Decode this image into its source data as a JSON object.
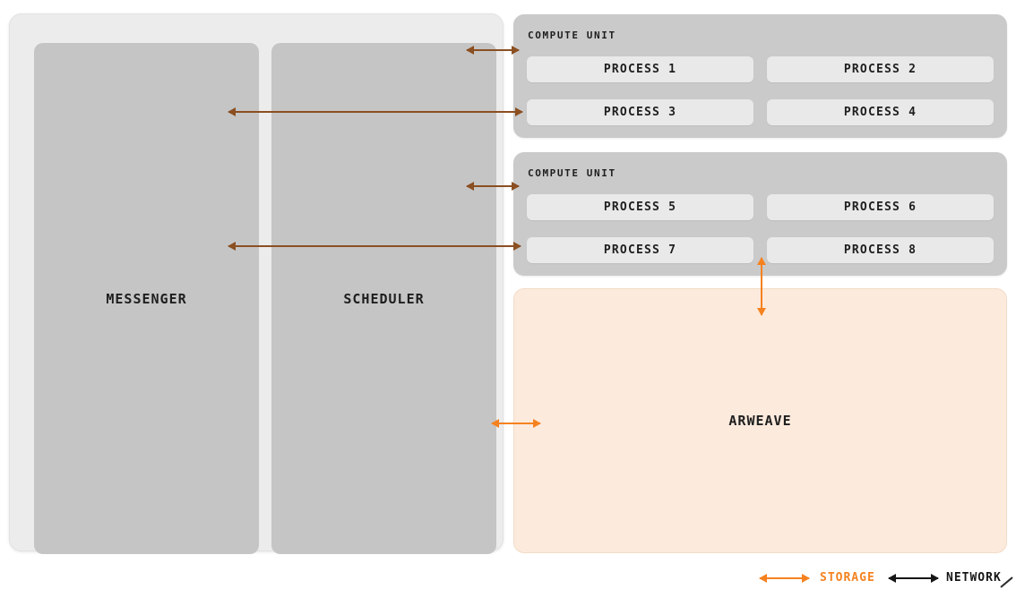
{
  "colors": {
    "storage": "#F5821F",
    "network": "#8B4F21",
    "legend_network": "#161616",
    "arweave_bg": "#FCEADD",
    "arweave_border": "#F2DCC6",
    "outer_bg": "#ECECEC",
    "column_bg": "#C5C5C5",
    "unit_bg": "#CACACA",
    "process_bg": "#E9E9E9",
    "label_text": "#1E1E1E"
  },
  "left_panel": {
    "messenger_label": "MESSENGER",
    "scheduler_label": "SCHEDULER"
  },
  "compute_units": [
    {
      "title": "COMPUTE UNIT",
      "processes": [
        "PROCESS 1",
        "PROCESS 2",
        "PROCESS 3",
        "PROCESS 4"
      ]
    },
    {
      "title": "COMPUTE UNIT",
      "processes": [
        "PROCESS 5",
        "PROCESS 6",
        "PROCESS 7",
        "PROCESS 8"
      ]
    }
  ],
  "arweave": {
    "label": "ARWEAVE"
  },
  "legend": {
    "storage": "STORAGE",
    "network": "NETWORK"
  }
}
